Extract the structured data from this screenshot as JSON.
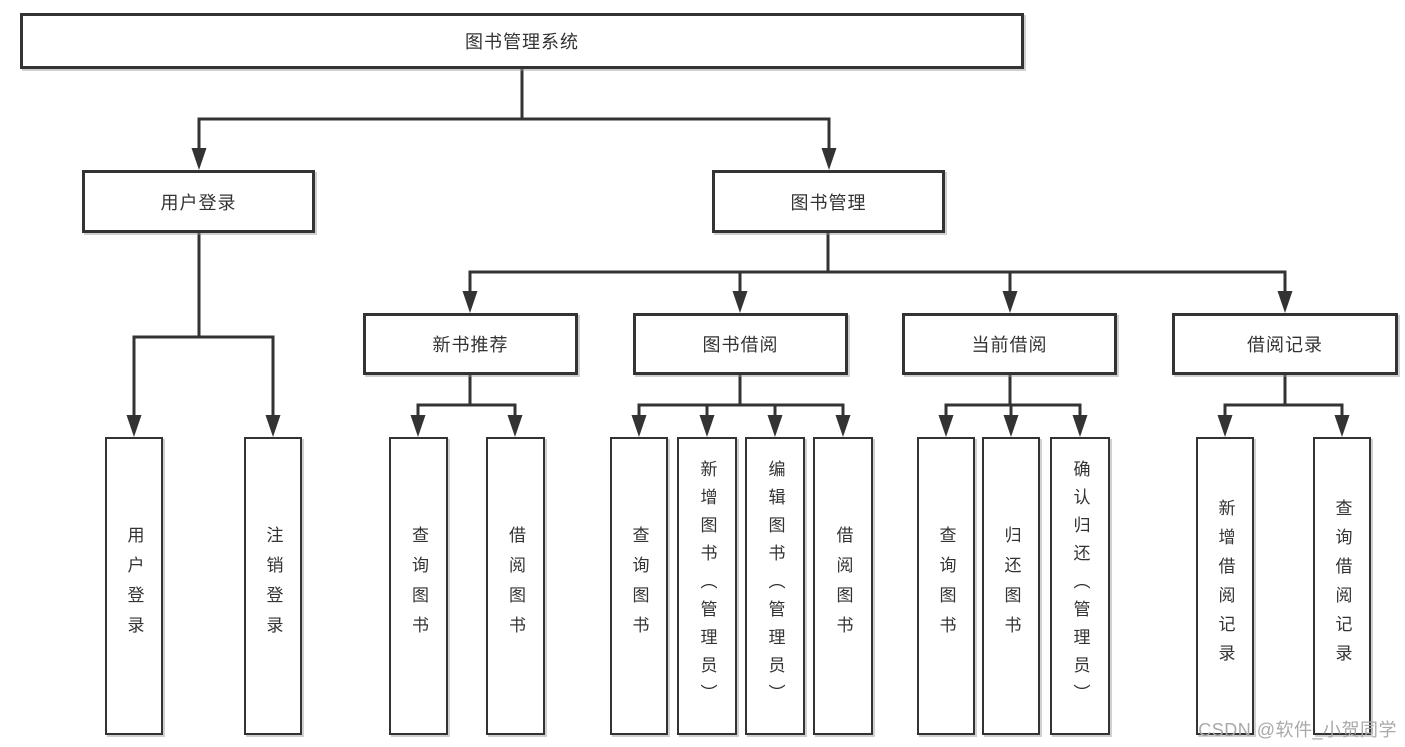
{
  "root": {
    "label": "图书管理系统"
  },
  "level2": [
    {
      "id": "user-login",
      "label": "用户登录"
    },
    {
      "id": "book-management",
      "label": "图书管理"
    }
  ],
  "level3": [
    {
      "id": "new-book-recommend",
      "label": "新书推荐"
    },
    {
      "id": "book-borrowing",
      "label": "图书借阅"
    },
    {
      "id": "current-borrowing",
      "label": "当前借阅"
    },
    {
      "id": "borrowing-records",
      "label": "借阅记录"
    }
  ],
  "leaves": [
    {
      "id": "user-login-leaf",
      "label": "用户登录",
      "parent": "用户登录"
    },
    {
      "id": "logout",
      "label": "注销登录",
      "parent": "用户登录"
    },
    {
      "id": "query-books-recommend",
      "label": "查询图书",
      "parent": "新书推荐"
    },
    {
      "id": "borrow-books-recommend",
      "label": "借阅图书",
      "parent": "新书推荐"
    },
    {
      "id": "query-books-borrowing",
      "label": "查询图书",
      "parent": "图书借阅"
    },
    {
      "id": "add-books-admin",
      "label": "新增图书（管理员）",
      "parent": "图书借阅"
    },
    {
      "id": "edit-books-admin",
      "label": "编辑图书（管理员）",
      "parent": "图书借阅"
    },
    {
      "id": "borrow-books-borrowing",
      "label": "借阅图书",
      "parent": "图书借阅"
    },
    {
      "id": "query-books-current",
      "label": "查询图书",
      "parent": "当前借阅"
    },
    {
      "id": "return-books",
      "label": "归还图书",
      "parent": "当前借阅"
    },
    {
      "id": "confirm-return-admin",
      "label": "确认归还（管理员）",
      "parent": "当前借阅"
    },
    {
      "id": "add-borrow-record",
      "label": "新增借阅记录",
      "parent": "借阅记录"
    },
    {
      "id": "query-borrow-record",
      "label": "查询借阅记录",
      "parent": "借阅记录"
    }
  ],
  "watermark": {
    "text": "CSDN @软件_小贺同学"
  },
  "colors": {
    "line": "#333333",
    "text": "#333333",
    "box_background": "#ffffff",
    "watermark": "#a9a9a9",
    "background": "#ffffff"
  }
}
